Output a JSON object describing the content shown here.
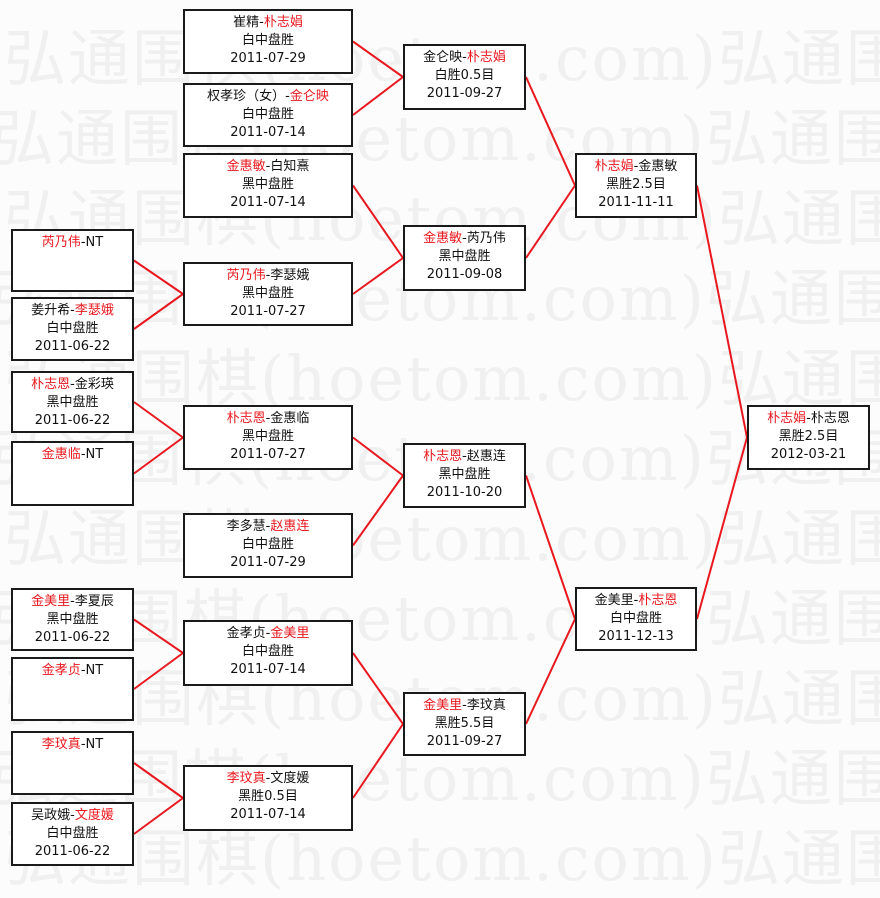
{
  "watermark": "弘通围棋(hoetom.com)",
  "colors": {
    "winner": "#e8181e",
    "connector": "#e8181e",
    "border": "#1a1a1a"
  },
  "rounds": [
    {
      "name": "round-1",
      "matches": [
        {
          "p1": "芮乃伟",
          "p2": "NT",
          "winner": 1,
          "result": "",
          "date": ""
        },
        {
          "p1": "姜升希",
          "p2": "李瑟娥",
          "winner": 2,
          "result": "白中盘胜",
          "date": "2011-06-22"
        },
        {
          "p1": "朴志恩",
          "p2": "金彩瑛",
          "winner": 1,
          "result": "黑中盘胜",
          "date": "2011-06-22"
        },
        {
          "p1": "金惠临",
          "p2": "NT",
          "winner": 1,
          "result": "",
          "date": ""
        },
        {
          "p1": "金美里",
          "p2": "李夏辰",
          "winner": 1,
          "result": "黑中盘胜",
          "date": "2011-06-22"
        },
        {
          "p1": "金孝贞",
          "p2": "NT",
          "winner": 1,
          "result": "",
          "date": ""
        },
        {
          "p1": "李玟真",
          "p2": "NT",
          "winner": 1,
          "result": "",
          "date": ""
        },
        {
          "p1": "吴政娥",
          "p2": "文度媛",
          "winner": 2,
          "result": "白中盘胜",
          "date": "2011-06-22"
        }
      ]
    },
    {
      "name": "round-2",
      "matches": [
        {
          "p1": "崔精",
          "p2": "朴志娟",
          "winner": 2,
          "result": "白中盘胜",
          "date": "2011-07-29"
        },
        {
          "p1": "权孝珍（女）",
          "p2": "金仑映",
          "winner": 2,
          "result": "白中盘胜",
          "date": "2011-07-14"
        },
        {
          "p1": "金惠敏",
          "p2": "白知熹",
          "winner": 1,
          "result": "黑中盘胜",
          "date": "2011-07-14"
        },
        {
          "p1": "芮乃伟",
          "p2": "李瑟娥",
          "winner": 1,
          "result": "黑中盘胜",
          "date": "2011-07-27"
        },
        {
          "p1": "朴志恩",
          "p2": "金惠临",
          "winner": 1,
          "result": "黑中盘胜",
          "date": "2011-07-27"
        },
        {
          "p1": "李多慧",
          "p2": "赵惠连",
          "winner": 2,
          "result": "白中盘胜",
          "date": "2011-07-29"
        },
        {
          "p1": "金孝贞",
          "p2": "金美里",
          "winner": 2,
          "result": "白中盘胜",
          "date": "2011-07-14"
        },
        {
          "p1": "李玟真",
          "p2": "文度媛",
          "winner": 1,
          "result": "黑胜0.5目",
          "date": "2011-07-14"
        }
      ]
    },
    {
      "name": "round-3",
      "matches": [
        {
          "p1": "金仑映",
          "p2": "朴志娟",
          "winner": 2,
          "result": "白胜0.5目",
          "date": "2011-09-27"
        },
        {
          "p1": "金惠敏",
          "p2": "芮乃伟",
          "winner": 1,
          "result": "黑中盘胜",
          "date": "2011-09-08"
        },
        {
          "p1": "朴志恩",
          "p2": "赵惠连",
          "winner": 1,
          "result": "黑中盘胜",
          "date": "2011-10-20"
        },
        {
          "p1": "金美里",
          "p2": "李玟真",
          "winner": 1,
          "result": "黑胜5.5目",
          "date": "2011-09-27"
        }
      ]
    },
    {
      "name": "semifinal",
      "matches": [
        {
          "p1": "朴志娟",
          "p2": "金惠敏",
          "winner": 1,
          "result": "黑胜2.5目",
          "date": "2011-11-11"
        },
        {
          "p1": "金美里",
          "p2": "朴志恩",
          "winner": 2,
          "result": "白中盘胜",
          "date": "2011-12-13"
        }
      ]
    },
    {
      "name": "final",
      "matches": [
        {
          "p1": "朴志娟",
          "p2": "朴志恩",
          "winner": 1,
          "result": "黑胜2.5目",
          "date": "2012-03-21"
        }
      ]
    }
  ]
}
